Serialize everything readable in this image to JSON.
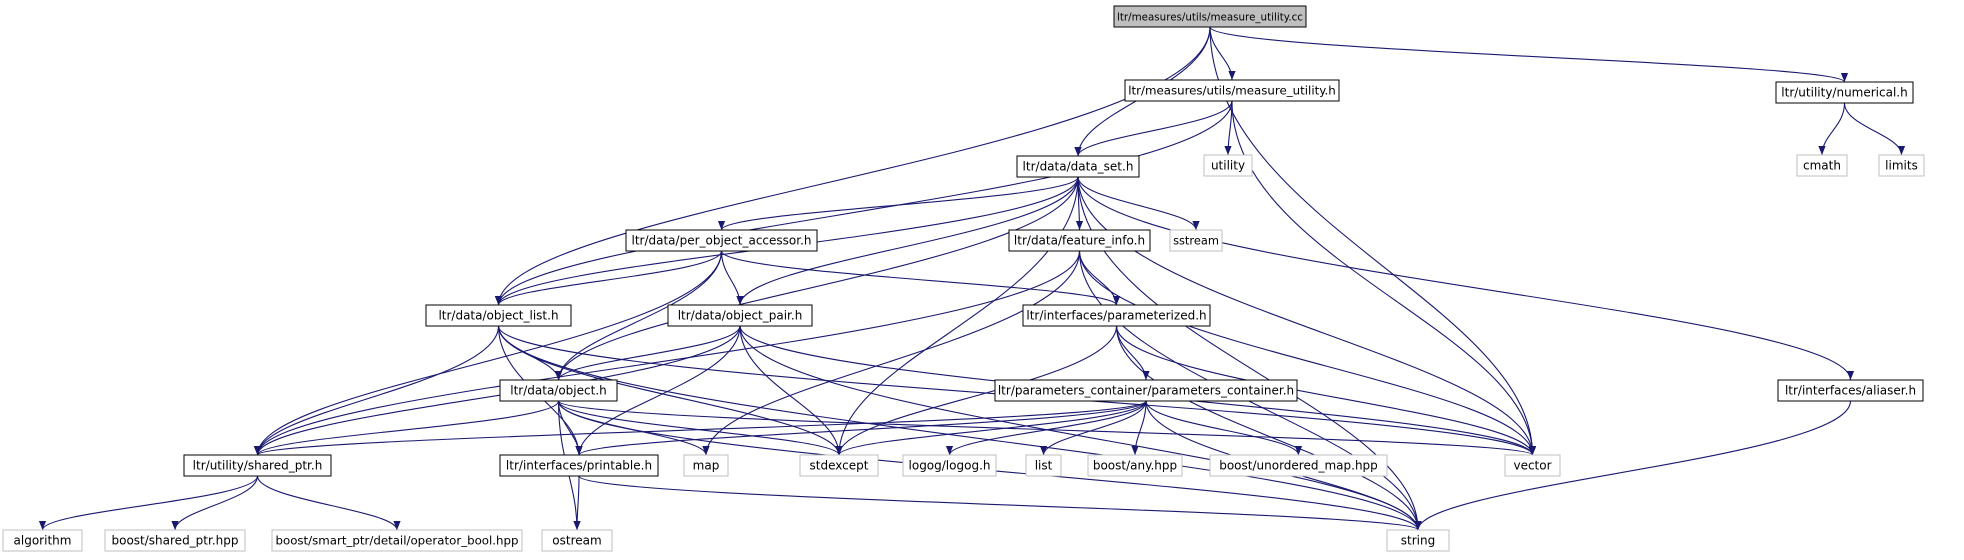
{
  "graph": {
    "edge_color": "#191970",
    "root_fill": "#bfbfbf",
    "system_border": "#bfbfbf",
    "nodes": [
      {
        "id": "measure_utility_cc",
        "label": "ltr/measures/utils/measure_utility.cc",
        "kind": "root"
      },
      {
        "id": "measure_utility_h",
        "label": "ltr/measures/utils/measure_utility.h",
        "kind": "local"
      },
      {
        "id": "numerical_h",
        "label": "ltr/utility/numerical.h",
        "kind": "local"
      },
      {
        "id": "utility",
        "label": "utility",
        "kind": "system"
      },
      {
        "id": "cmath",
        "label": "cmath",
        "kind": "system"
      },
      {
        "id": "limits",
        "label": "limits",
        "kind": "system"
      },
      {
        "id": "data_set_h",
        "label": "ltr/data/data_set.h",
        "kind": "local"
      },
      {
        "id": "per_object_accessor_h",
        "label": "ltr/data/per_object_accessor.h",
        "kind": "local"
      },
      {
        "id": "feature_info_h",
        "label": "ltr/data/feature_info.h",
        "kind": "local"
      },
      {
        "id": "sstream",
        "label": "sstream",
        "kind": "system"
      },
      {
        "id": "object_list_h",
        "label": "ltr/data/object_list.h",
        "kind": "local"
      },
      {
        "id": "object_pair_h",
        "label": "ltr/data/object_pair.h",
        "kind": "local"
      },
      {
        "id": "parameterized_h",
        "label": "ltr/interfaces/parameterized.h",
        "kind": "local"
      },
      {
        "id": "object_h",
        "label": "ltr/data/object.h",
        "kind": "local"
      },
      {
        "id": "parameters_container_h",
        "label": "ltr/parameters_container/parameters_container.h",
        "kind": "local"
      },
      {
        "id": "aliaser_h",
        "label": "ltr/interfaces/aliaser.h",
        "kind": "local"
      },
      {
        "id": "shared_ptr_h",
        "label": "ltr/utility/shared_ptr.h",
        "kind": "local"
      },
      {
        "id": "printable_h",
        "label": "ltr/interfaces/printable.h",
        "kind": "local"
      },
      {
        "id": "map",
        "label": "map",
        "kind": "system"
      },
      {
        "id": "stdexcept",
        "label": "stdexcept",
        "kind": "system"
      },
      {
        "id": "logog_h",
        "label": "logog/logog.h",
        "kind": "system"
      },
      {
        "id": "list",
        "label": "list",
        "kind": "system"
      },
      {
        "id": "boost_any",
        "label": "boost/any.hpp",
        "kind": "system"
      },
      {
        "id": "boost_unordered_map",
        "label": "boost/unordered_map.hpp",
        "kind": "system"
      },
      {
        "id": "vector",
        "label": "vector",
        "kind": "system"
      },
      {
        "id": "algorithm",
        "label": "algorithm",
        "kind": "system"
      },
      {
        "id": "boost_shared_ptr",
        "label": "boost/shared_ptr.hpp",
        "kind": "system"
      },
      {
        "id": "operator_bool",
        "label": "boost/smart_ptr/detail/operator_bool.hpp",
        "kind": "system"
      },
      {
        "id": "ostream",
        "label": "ostream",
        "kind": "system"
      },
      {
        "id": "string",
        "label": "string",
        "kind": "system"
      }
    ],
    "edges": [
      [
        "measure_utility_cc",
        "measure_utility_h"
      ],
      [
        "measure_utility_cc",
        "numerical_h"
      ],
      [
        "measure_utility_cc",
        "data_set_h"
      ],
      [
        "measure_utility_cc",
        "object_list_h"
      ],
      [
        "measure_utility_cc",
        "vector"
      ],
      [
        "measure_utility_h",
        "data_set_h"
      ],
      [
        "measure_utility_h",
        "utility"
      ],
      [
        "measure_utility_h",
        "object_list_h"
      ],
      [
        "measure_utility_h",
        "vector"
      ],
      [
        "numerical_h",
        "cmath"
      ],
      [
        "numerical_h",
        "limits"
      ],
      [
        "data_set_h",
        "per_object_accessor_h"
      ],
      [
        "data_set_h",
        "feature_info_h"
      ],
      [
        "data_set_h",
        "sstream"
      ],
      [
        "data_set_h",
        "object_list_h"
      ],
      [
        "data_set_h",
        "object_pair_h"
      ],
      [
        "data_set_h",
        "object_h"
      ],
      [
        "data_set_h",
        "stdexcept"
      ],
      [
        "data_set_h",
        "vector"
      ],
      [
        "data_set_h",
        "aliaser_h"
      ],
      [
        "data_set_h",
        "string"
      ],
      [
        "per_object_accessor_h",
        "object_list_h"
      ],
      [
        "per_object_accessor_h",
        "object_pair_h"
      ],
      [
        "per_object_accessor_h",
        "parameterized_h"
      ],
      [
        "per_object_accessor_h",
        "shared_ptr_h"
      ],
      [
        "per_object_accessor_h",
        "object_h"
      ],
      [
        "feature_info_h",
        "parameterized_h"
      ],
      [
        "feature_info_h",
        "shared_ptr_h"
      ],
      [
        "feature_info_h",
        "map"
      ],
      [
        "feature_info_h",
        "vector"
      ],
      [
        "feature_info_h",
        "string"
      ],
      [
        "object_list_h",
        "object_h"
      ],
      [
        "object_list_h",
        "shared_ptr_h"
      ],
      [
        "object_list_h",
        "printable_h"
      ],
      [
        "object_list_h",
        "stdexcept"
      ],
      [
        "object_list_h",
        "vector"
      ],
      [
        "object_list_h",
        "string"
      ],
      [
        "object_pair_h",
        "object_h"
      ],
      [
        "object_pair_h",
        "shared_ptr_h"
      ],
      [
        "object_pair_h",
        "printable_h"
      ],
      [
        "object_pair_h",
        "stdexcept"
      ],
      [
        "object_pair_h",
        "vector"
      ],
      [
        "object_pair_h",
        "string"
      ],
      [
        "parameterized_h",
        "parameters_container_h"
      ],
      [
        "parameterized_h",
        "stdexcept"
      ],
      [
        "parameterized_h",
        "vector"
      ],
      [
        "parameterized_h",
        "string"
      ],
      [
        "object_h",
        "shared_ptr_h"
      ],
      [
        "object_h",
        "printable_h"
      ],
      [
        "object_h",
        "map"
      ],
      [
        "object_h",
        "stdexcept"
      ],
      [
        "object_h",
        "vector"
      ],
      [
        "object_h",
        "ostream"
      ],
      [
        "object_h",
        "string"
      ],
      [
        "parameters_container_h",
        "shared_ptr_h"
      ],
      [
        "parameters_container_h",
        "stdexcept"
      ],
      [
        "parameters_container_h",
        "logog_h"
      ],
      [
        "parameters_container_h",
        "list"
      ],
      [
        "parameters_container_h",
        "boost_any"
      ],
      [
        "parameters_container_h",
        "boost_unordered_map"
      ],
      [
        "parameters_container_h",
        "printable_h"
      ],
      [
        "parameters_container_h",
        "string"
      ],
      [
        "aliaser_h",
        "string"
      ],
      [
        "shared_ptr_h",
        "algorithm"
      ],
      [
        "shared_ptr_h",
        "boost_shared_ptr"
      ],
      [
        "shared_ptr_h",
        "operator_bool"
      ],
      [
        "printable_h",
        "ostream"
      ],
      [
        "printable_h",
        "string"
      ]
    ]
  }
}
